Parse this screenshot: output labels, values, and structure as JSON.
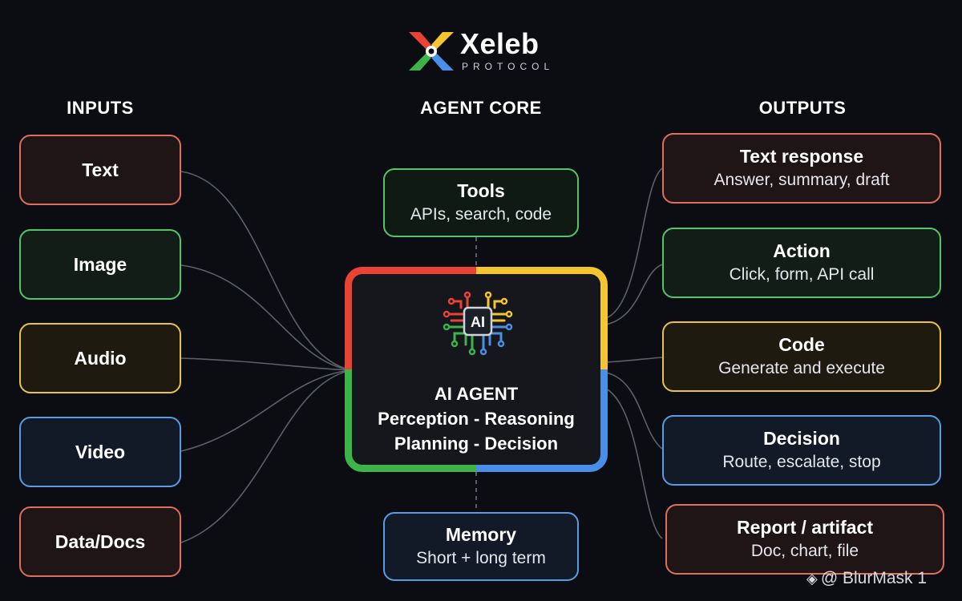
{
  "brand": {
    "name": "Xeleb",
    "subtitle": "PROTOCOL",
    "logo_colors": [
      "#e94335",
      "#f5c431",
      "#3cb44a",
      "#4a8fe7"
    ]
  },
  "columns": {
    "inputs": "INPUTS",
    "core": "AGENT CORE",
    "outputs": "OUTPUTS"
  },
  "inputs": [
    {
      "label": "Text",
      "color": "red"
    },
    {
      "label": "Image",
      "color": "green"
    },
    {
      "label": "Audio",
      "color": "yellow"
    },
    {
      "label": "Video",
      "color": "blue"
    },
    {
      "label": "Data/Docs",
      "color": "red"
    }
  ],
  "core": {
    "tools": {
      "title": "Tools",
      "subtitle": "APIs, search, code"
    },
    "agent": {
      "chip_label": "AI",
      "line1": "AI AGENT",
      "line2": "Perception - Reasoning",
      "line3": "Planning - Decision"
    },
    "memory": {
      "title": "Memory",
      "subtitle": "Short + long term"
    }
  },
  "outputs": [
    {
      "title": "Text response",
      "subtitle": "Answer, summary, draft",
      "color": "red"
    },
    {
      "title": "Action",
      "subtitle": "Click, form, API call",
      "color": "green"
    },
    {
      "title": "Code",
      "subtitle": "Generate and execute",
      "color": "yellow"
    },
    {
      "title": "Decision",
      "subtitle": "Route, escalate, stop",
      "color": "blue"
    },
    {
      "title": "Report / artifact",
      "subtitle": "Doc, chart, file",
      "color": "red"
    }
  ],
  "watermark": {
    "icon": "diamond-icon",
    "text": "@ BlurMask 1"
  }
}
